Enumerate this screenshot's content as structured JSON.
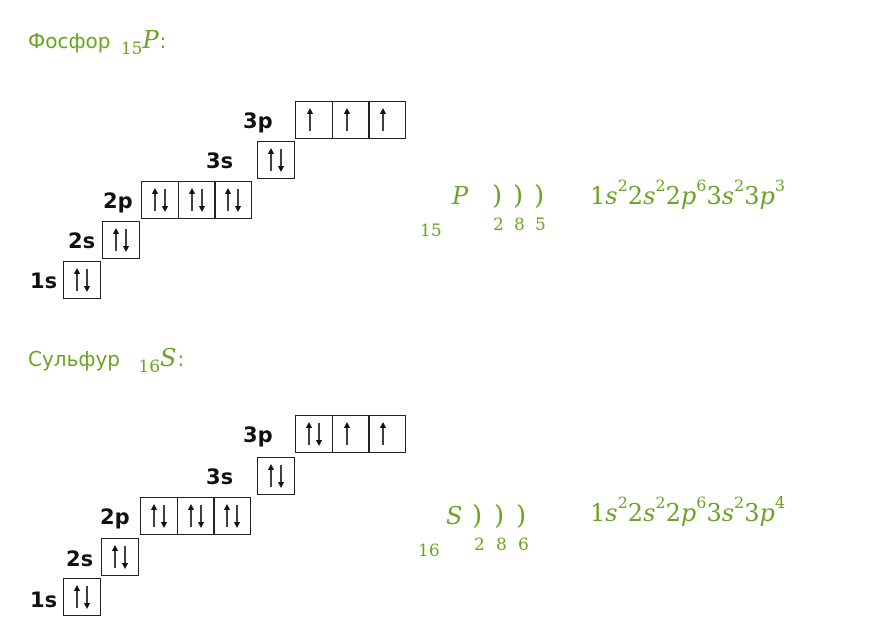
{
  "phosphorus": {
    "heading_name": "Фосфор",
    "atomic_number": "15",
    "symbol": "P",
    "colon": ":",
    "levels": [
      {
        "label": "1s",
        "cells": [
          "ud"
        ]
      },
      {
        "label": "2s",
        "cells": [
          "ud"
        ]
      },
      {
        "label": "2p",
        "cells": [
          "ud",
          "ud",
          "ud"
        ]
      },
      {
        "label": "3s",
        "cells": [
          "ud"
        ]
      },
      {
        "label": "3p",
        "cells": [
          "u",
          "u",
          "u"
        ]
      }
    ],
    "shell_counts": [
      "2",
      "8",
      "5"
    ],
    "config": [
      {
        "n": "1",
        "l": "s",
        "e": "2"
      },
      {
        "n": "2",
        "l": "s",
        "e": "2"
      },
      {
        "n": "2",
        "l": "p",
        "e": "6"
      },
      {
        "n": "3",
        "l": "s",
        "e": "2"
      },
      {
        "n": "3",
        "l": "p",
        "e": "3"
      }
    ]
  },
  "sulfur": {
    "heading_name": "Сульфур",
    "atomic_number": "16",
    "symbol": "S",
    "colon": ":",
    "levels": [
      {
        "label": "1s",
        "cells": [
          "ud"
        ]
      },
      {
        "label": "2s",
        "cells": [
          "ud"
        ]
      },
      {
        "label": "2p",
        "cells": [
          "ud",
          "ud",
          "ud"
        ]
      },
      {
        "label": "3s",
        "cells": [
          "ud"
        ]
      },
      {
        "label": "3p",
        "cells": [
          "ud",
          "u",
          "u"
        ]
      }
    ],
    "shell_counts": [
      "2",
      "8",
      "6"
    ],
    "config": [
      {
        "n": "1",
        "l": "s",
        "e": "2"
      },
      {
        "n": "2",
        "l": "s",
        "e": "2"
      },
      {
        "n": "2",
        "l": "p",
        "e": "6"
      },
      {
        "n": "3",
        "l": "s",
        "e": "2"
      },
      {
        "n": "3",
        "l": "p",
        "e": "4"
      }
    ]
  },
  "colors": {
    "accent": "#6aa521",
    "ink": "#111111"
  }
}
